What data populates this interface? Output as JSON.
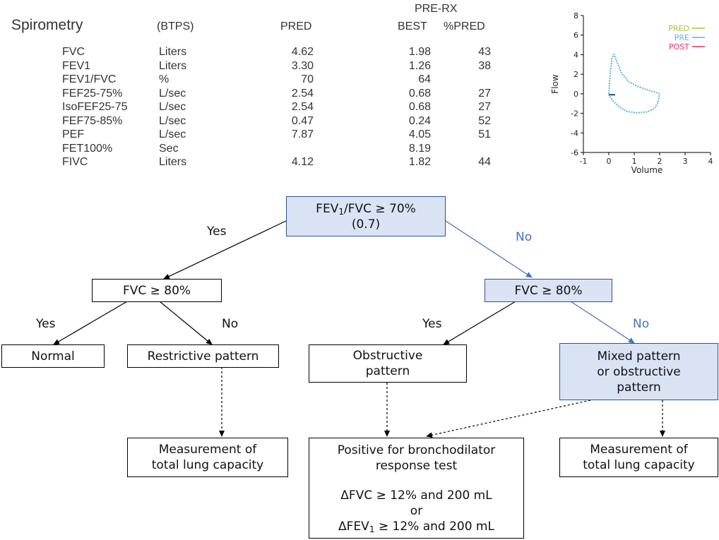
{
  "spirometry": {
    "title": "Spirometry",
    "units_header": "(BTPS)",
    "pred_header": "PRED",
    "prerx_header": "PRE-RX",
    "best_header": "BEST",
    "pctpred_header": "%PRED",
    "rows": [
      {
        "param": "FVC",
        "unit": "Liters",
        "pred": "4.62",
        "best": "1.98",
        "pct": "43"
      },
      {
        "param": "FEV1",
        "unit": "Liters",
        "pred": "3.30",
        "best": "1.26",
        "pct": "38"
      },
      {
        "param": "FEV1/FVC",
        "unit": "%",
        "pred": "70",
        "best": "64",
        "pct": ""
      },
      {
        "param": "FEF25-75%",
        "unit": "L/sec",
        "pred": "2.54",
        "best": "0.68",
        "pct": "27"
      },
      {
        "param": "IsoFEF25-75",
        "unit": "L/sec",
        "pred": "2.54",
        "best": "0.68",
        "pct": "27"
      },
      {
        "param": "FEF75-85%",
        "unit": "L/sec",
        "pred": "0.47",
        "best": "0.24",
        "pct": "52"
      },
      {
        "param": "PEF",
        "unit": "L/sec",
        "pred": "7.87",
        "best": "4.05",
        "pct": "51"
      },
      {
        "param": "FET100%",
        "unit": "Sec",
        "pred": "",
        "best": "8.19",
        "pct": ""
      },
      {
        "param": "FIVC",
        "unit": "Liters",
        "pred": "4.12",
        "best": "1.82",
        "pct": "44"
      }
    ]
  },
  "chart_data": {
    "type": "line",
    "title": "",
    "xlabel": "Volume",
    "ylabel": "Flow",
    "xlim": [
      -1,
      4
    ],
    "ylim": [
      -6,
      8
    ],
    "x_ticks": [
      "-1",
      "0",
      "1",
      "2",
      "3",
      "4"
    ],
    "y_ticks": [
      "8",
      "6",
      "4",
      "2",
      "0",
      "-2",
      "-4",
      "-6"
    ],
    "legend_position": "top-right",
    "legend": [
      {
        "name": "PRED",
        "color": "#a8c040"
      },
      {
        "name": "PRE",
        "color": "#5ab4e0"
      },
      {
        "name": "POST",
        "color": "#e0306a"
      }
    ],
    "series": [
      {
        "name": "PRE",
        "color": "#5ab4e0",
        "x": [
          0.0,
          0.05,
          0.12,
          0.2,
          0.3,
          0.5,
          0.8,
          1.1,
          1.4,
          1.7,
          1.9,
          1.98,
          1.95,
          1.8,
          1.5,
          1.1,
          0.7,
          0.4,
          0.15,
          0.02,
          0.0
        ],
        "y": [
          0.0,
          2.0,
          3.6,
          4.05,
          3.4,
          2.1,
          1.2,
          0.8,
          0.5,
          0.25,
          0.1,
          0.0,
          -0.8,
          -1.5,
          -1.85,
          -1.95,
          -1.8,
          -1.3,
          -0.7,
          -0.15,
          0.0
        ]
      }
    ]
  },
  "flowchart": {
    "root": {
      "pre": "FEV",
      "sub": "1",
      "post": "/FVC ≥ 70%",
      "line2": "(0.7)"
    },
    "root_yes": "Yes",
    "root_no": "No",
    "fvc_left": "FVC ≥ 80%",
    "fvc_right": "FVC ≥ 80%",
    "left_yes": "Yes",
    "left_no": "No",
    "right_yes": "Yes",
    "right_no": "No",
    "normal": "Normal",
    "restrictive": "Restrictive pattern",
    "obstructive_l1": "Obstructive",
    "obstructive_l2": "pattern",
    "mixed_l1": "Mixed pattern",
    "mixed_l2": "or obstructive",
    "mixed_l3": "pattern",
    "tlc_left_l1": "Measurement of",
    "tlc_left_l2": "total lung capacity",
    "tlc_right_l1": "Measurement of",
    "tlc_right_l2": "total lung capacity",
    "bd_l1": "Positive for bronchodilator",
    "bd_l2": "response test",
    "bd_c1": "ΔFVC ≥ 12% and 200 mL",
    "bd_or": "or",
    "bd_c2_pre": "ΔFEV",
    "bd_c2_sub": "1",
    "bd_c2_post": " ≥ 12% and 200 mL"
  }
}
